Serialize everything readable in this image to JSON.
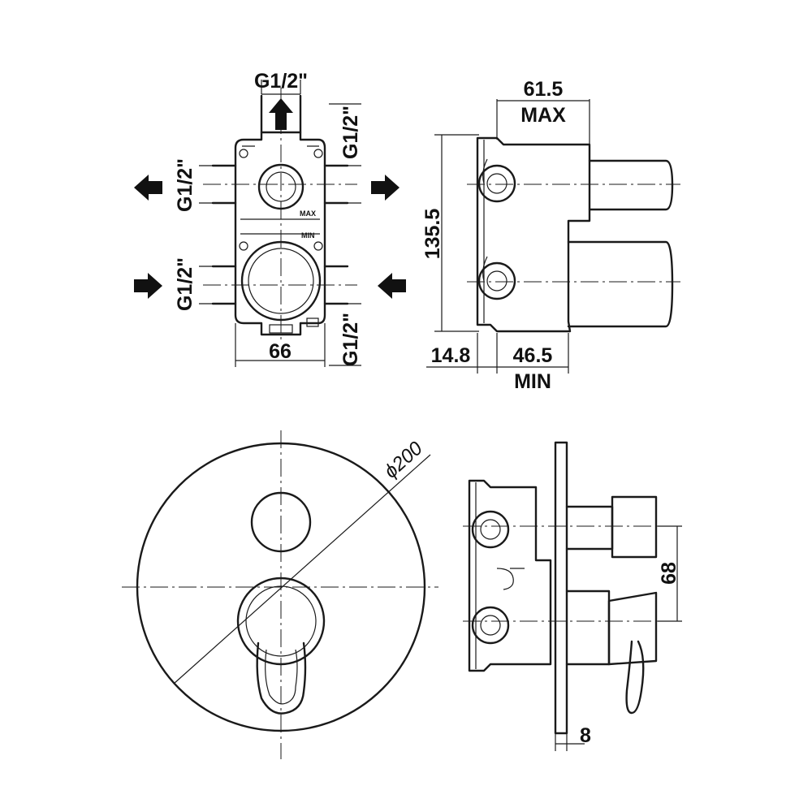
{
  "labels": {
    "thread": "G1/2\"",
    "width_66": "66",
    "height_135_5": "135.5",
    "depth_61_5": "61.5",
    "max": "MAX",
    "min": "MIN",
    "offset_14_8": "14.8",
    "depth_46_5": "46.5",
    "plate_diameter": "ϕ200",
    "spacing_68": "68",
    "plate_thickness_8": "8",
    "scale_max": "MAX",
    "scale_min": "MIN"
  },
  "colors": {
    "line": "#1a1a1a",
    "background": "#ffffff"
  },
  "icons": [
    "arrow-up-icon",
    "arrow-left-icon",
    "arrow-right-icon"
  ]
}
